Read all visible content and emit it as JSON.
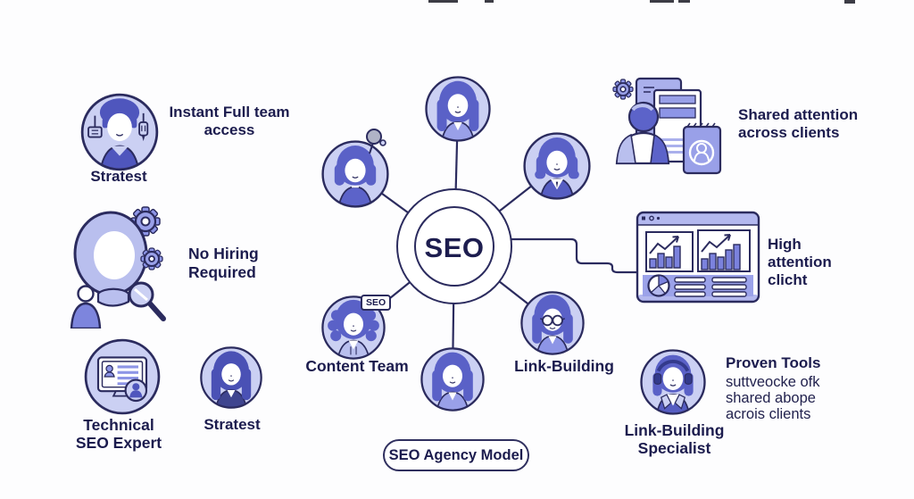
{
  "diagram": {
    "hub": {
      "label": "SEO"
    },
    "footer_badge": {
      "label": "SEO Agency Model"
    },
    "team_labels": {
      "content_team": "Content Team",
      "link_building": "Link-Building",
      "seo_tag": "SEO"
    },
    "left": {
      "strategist_top": {
        "name": "Stratest"
      },
      "instant_access": {
        "line1": "Instant Full team",
        "line2": "access"
      },
      "no_hiring": {
        "line1": "No Hiring",
        "line2": "Required"
      },
      "technical_expert": {
        "line1": "Technical",
        "line2": "SEO Expert"
      },
      "strategist_bottom": {
        "name": "Stratest"
      }
    },
    "right": {
      "shared_attention": {
        "line1": "Shared attention",
        "line2": "across clients"
      },
      "high_attention": {
        "line1": "High",
        "line2": "attention",
        "line3": "clicht"
      },
      "proven_tools": {
        "title": "Proven Tools",
        "line1": "suttveocke ofk",
        "line2": "shared abope",
        "line3": "acrois clients"
      },
      "specialist": {
        "line1": "Link-Building",
        "line2": "Specialist"
      }
    },
    "colors": {
      "outline": "#2b2b5e",
      "text": "#1c1c4e",
      "avatar_bg": "#cbd0f3",
      "hair": "#5a61c7",
      "accent": "#8d95e6",
      "panel": "#9ba2e9"
    }
  }
}
